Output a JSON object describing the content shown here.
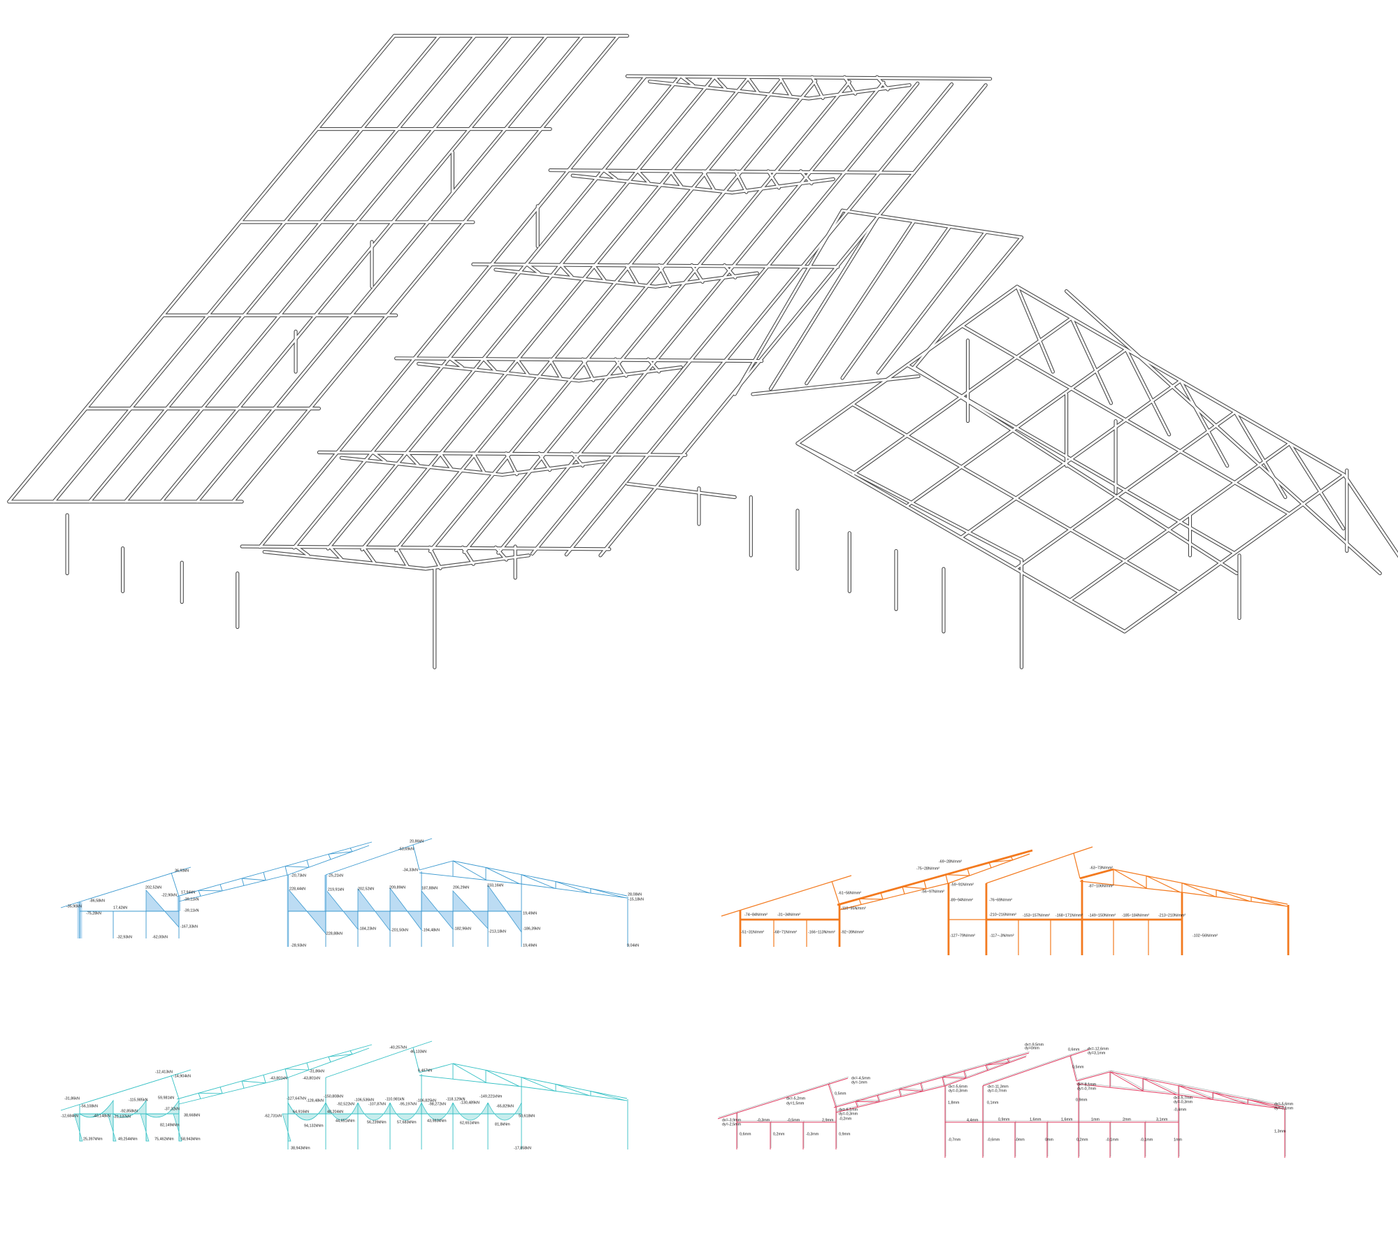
{
  "model_3d": {
    "title": "3D structural wireframe",
    "stroke_color": "#4a4a4a"
  },
  "diagrams": {
    "shear": {
      "color": "#3a98cf",
      "fill": "#bcdcf3",
      "labels": [
        "36,93kN",
        "-35,90kN",
        "-86,58kN",
        "-75,28kN",
        "17,42kN",
        "202,52kN",
        "-22,90kN",
        "17,94kN",
        "-39,11kN",
        "-39,11kN",
        "-167,33kN",
        "-32,93kN",
        "-62,00kN",
        "20,86kN",
        "-53,69kN",
        "-34,33kN",
        "-20,73kN",
        "-25,21kN",
        "228,44kN",
        "219,91kN",
        "202,52kN",
        "209,89kN",
        "187,88kN",
        "206,29kN",
        "233,16kN",
        "28,08kN",
        "-15,18kN",
        "19,49kN",
        "-228,88kN",
        "-184,23kN",
        "-201,50kN",
        "-194,48kN",
        "-182,96kN",
        "-213,18kN",
        "-186,39kN",
        "-28,93kN",
        "19,49kN",
        "9,04kN"
      ]
    },
    "stress": {
      "color": "#f37a1f",
      "labels": [
        "-74~84N/mm²",
        "-31~34N/mm²",
        "-51~31N/mm²",
        "-68~71N/mm²",
        "-166~113N/mm²",
        "-92~39N/mm²",
        "-61~56N/mm²",
        "-110~95N/mm²",
        "-75~28N/mm²",
        "-69~28N/mm²",
        "-56~97N/mm²",
        "-59~91N/mm²",
        "-89~94N/mm²",
        "-127~79N/mm²",
        "-76~69N/mm²",
        "-210~216N/mm²",
        "-117~-3N/mm²",
        "-153~157N/mm²",
        "-168~171N/mm²",
        "-149~150N/mm²",
        "-185~184N/mm²",
        "-213~210N/mm²",
        "-63~73N/mm²",
        "-87~106N/mm²",
        "-102~56N/mm²"
      ]
    },
    "moment": {
      "color": "#33c0c4",
      "fill": "#c7eded",
      "labels": [
        "-12,413kN",
        "-14,904kN",
        "-31,86kN",
        "-56,108kN",
        "-12,684kN",
        "-40,148kN",
        "-92,858kN",
        "-31,137kN",
        "-115,985kN",
        "59,981kN",
        "-37,32kN",
        "38,668kN",
        "82,149kNm",
        "25,397kNm",
        "49,254kNm",
        "75,462kNm",
        "58,943kNm",
        "-40,257kN",
        "46,133kN",
        "6,467kN",
        "-31,86kN",
        "-43,801kN",
        "-43,801kN",
        "-127,647kN",
        "-128,48kN",
        "-150,808kN",
        "-92,522kN",
        "-106,536kN",
        "-107,87kN",
        "-110,981kN",
        "-95,197kN",
        "-106,825kN",
        "-98,272kN",
        "-118,129kN",
        "-130,489kN",
        "-149,221kNm",
        "-65,829kN",
        "-62,731kN",
        "64,916kN",
        "48,204kN",
        "50,618kN",
        "94,132kNm",
        "44,651kNm",
        "56,239kNm",
        "57,683kNm",
        "43,983kNm",
        "62,651kNm",
        "81,8kNm",
        "38,943kNm",
        "-17,858kN"
      ]
    },
    "displacement": {
      "color": "#e23d62",
      "ghost_color": "#9aa0a0",
      "labels": [
        "dx=-3,9mm",
        "dy=-2,5mm",
        "-0,3mm",
        "-0,5mm",
        "2,9mm",
        "0,6mm",
        "0,2mm",
        "-0,3mm",
        "0,9mm",
        "dx=-5,2mm",
        "dy=1,5mm",
        "dx=-4,5mm",
        "dy=-1mm",
        "0,5mm",
        "dx=-6,1mm",
        "dy=-0,3mm",
        "-0,2mm",
        "dx=-5,6mm",
        "dy=-0,3mm",
        "1,8mm",
        "-0,7mm",
        "4,4mm",
        "dx=-11,3mm",
        "dy=-0,7mm",
        "0,1mm",
        "-0,6mm",
        "dx=-9,5mm",
        "dy=0mm",
        "0,6mm",
        "dx=-12,6mm",
        "dy=3,1mm",
        "0,5mm",
        "dx=-8,1mm",
        "dy=-0,7mm",
        "0,9mm",
        "dx=-5,7mm",
        "dy=-0,3mm",
        "-0,4mm",
        "dx=-5,6mm",
        "dy=-0,1mm",
        "1,3mm",
        "0,9mm",
        "1,6mm",
        "1,6mm",
        "1mm",
        "2mm",
        "3,1mm",
        "-0mm",
        "0mm",
        "0,2mm",
        "-0,1mm",
        "-0,1mm",
        "1mm"
      ]
    }
  }
}
